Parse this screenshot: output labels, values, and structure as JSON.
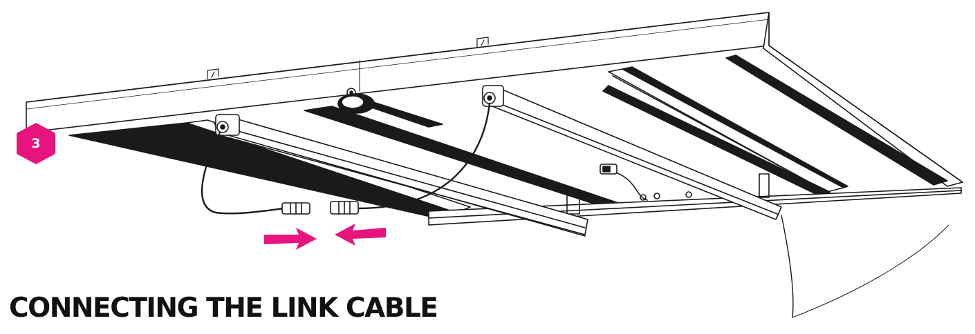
{
  "step": {
    "number": "3",
    "badge_color": "#e8147e"
  },
  "title": "CONNECTING THE LINK CABLE",
  "colors": {
    "line": "#1a1a1a",
    "arrow": "#e8147e",
    "background": "#ffffff"
  },
  "icons": [
    "step-badge-hexagon",
    "arrow-right",
    "arrow-left"
  ]
}
